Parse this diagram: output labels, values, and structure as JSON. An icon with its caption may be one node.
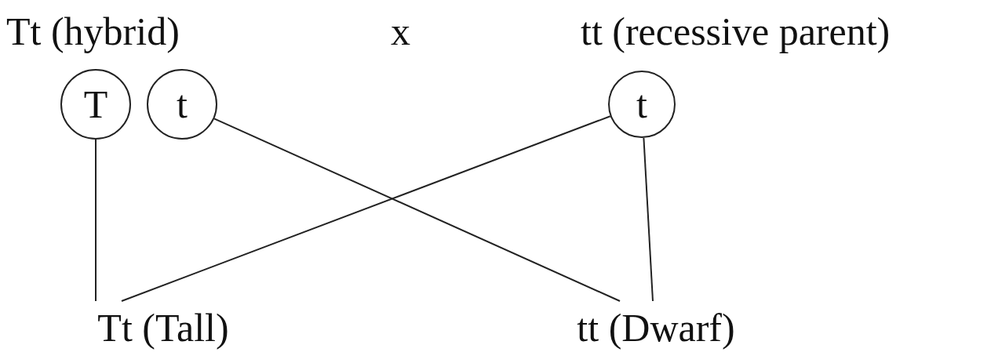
{
  "diagram": {
    "nodes": [
      {
        "text": [
          "T"
        ]
      },
      {
        "text": [
          "t"
        ]
      },
      {
        "text": [
          "t"
        ]
      },
      {
        "text": [
          "Tt (Tall)"
        ]
      },
      {
        "text": [
          "tt (Dwarf)"
        ]
      }
    ],
    "edges": [
      {
        "from": 0,
        "to": 3,
        "arrow": "none"
      },
      {
        "from": 1,
        "to": 4,
        "arrow": "none"
      },
      {
        "from": 2,
        "to": 3,
        "arrow": "none"
      },
      {
        "from": 2,
        "to": 4,
        "arrow": "none"
      }
    ],
    "labels": [
      "Tt (hybrid)",
      "x",
      "tt (recessive parent)"
    ]
  }
}
